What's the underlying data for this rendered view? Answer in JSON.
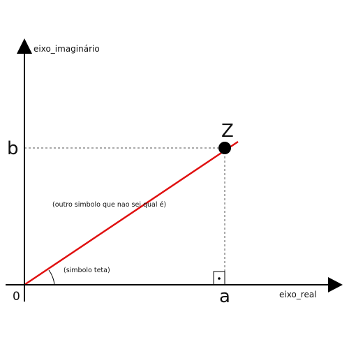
{
  "axes": {
    "imaginary_label": "eixo_imaginário",
    "real_label": "eixo_real",
    "origin_label": "0"
  },
  "point": {
    "label": "Z",
    "real_part_label": "a",
    "imaginary_part_label": "b"
  },
  "annotations": {
    "modulus_note": "(outro simbolo que nao sei qual é)",
    "angle_note": "(simbolo teta)"
  },
  "colors": {
    "vector": "#e01010",
    "axes": "#000000",
    "projection": "#555555"
  }
}
